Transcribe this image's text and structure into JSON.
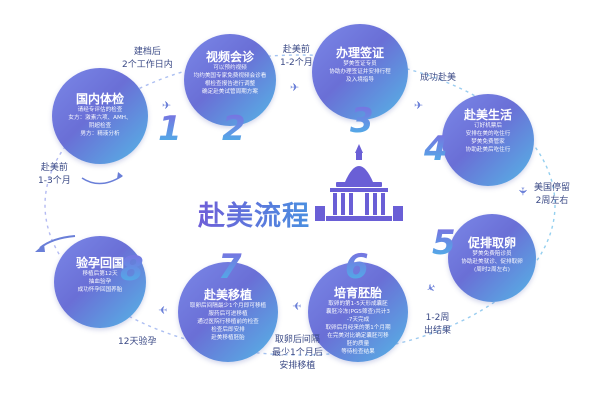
{
  "title": "赴美流程",
  "steps": [
    {
      "num": "1",
      "title": "国内体检",
      "lines": [
        "请经专评估的检查",
        "女方：激素六项、AMH、",
        "阴超检查",
        "男方：精液分析"
      ]
    },
    {
      "num": "2",
      "title": "视频会诊",
      "lines": [
        "可以预约视频",
        "均约美国专家免费视频会诊看",
        "根检查报告进行调整",
        "确定赴美试管周期方案"
      ]
    },
    {
      "num": "3",
      "title": "办理签证",
      "lines": [
        "梦美签证专员",
        "协助办理签证并安排行程",
        "及入境指导"
      ]
    },
    {
      "num": "4",
      "title": "赴美生活",
      "lines": [
        "订好机票后",
        "安排在美的吃住行",
        "梦美免费管家",
        "协助赴美后吃住行"
      ]
    },
    {
      "num": "5",
      "title": "促排取卵",
      "lines": [
        "梦美免费陪诊员",
        "协助赴美就诊、促排取卵",
        "(周时2周左右)"
      ]
    },
    {
      "num": "6",
      "title": "培育胚胎",
      "lines": [
        "取卵的第1-5天形成囊胚",
        "囊胚冷冻(PGS筛查)共计3",
        "-7天完成",
        "取卵后月经来的第1个月期",
        "在完美对比确定囊胚可移",
        "胚的质量",
        "等待检查结果"
      ]
    },
    {
      "num": "7",
      "title": "赴美移植",
      "lines": [
        "取卵后间隔最少1个月即可移植",
        "服药后可进移植",
        "通过医院行移植前的检查",
        "检查后即安排",
        "赴美移植胚胎"
      ]
    },
    {
      "num": "8",
      "title": "验孕回国",
      "lines": [
        "移植后第12天",
        "抽血验孕",
        "成功怀孕回国养胎"
      ]
    }
  ],
  "transitions": {
    "t0": [
      "赴美前",
      "1-3个月"
    ],
    "t1": [
      "建档后",
      "2个工作日内"
    ],
    "t2": [
      "赴美前",
      "1-2个月"
    ],
    "t3": [
      "成功赴美"
    ],
    "t4": [
      "美国停留",
      "2周左右"
    ],
    "t5": [
      "1-2周",
      "出结果"
    ],
    "t6": [
      "取卵后间隔",
      "最少1个月后",
      "安排移植"
    ],
    "t7": [
      "12天验孕"
    ]
  },
  "colors": {
    "gradient_start": "#7b88e8",
    "gradient_end": "#55b6e6",
    "label": "#3b4a86",
    "title": "#6f5fd8"
  },
  "icons": [
    "airplane-icon",
    "capitol-building-icon"
  ]
}
